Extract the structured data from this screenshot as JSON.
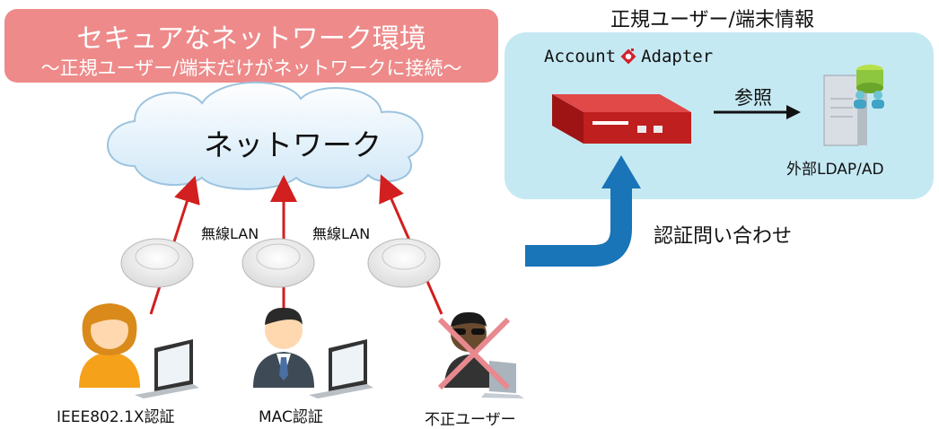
{
  "title": {
    "main": "セキュアなネットワーク環境",
    "sub": "〜正規ユーザー/端末だけがネットワークに接続〜"
  },
  "info_panel": {
    "header": "正規ユーザー/端末情報",
    "logo_left": "Account",
    "logo_right": "Adapter",
    "reference_label": "参照",
    "ldap_label": "外部LDAP/AD"
  },
  "network": {
    "cloud_label": "ネットワーク",
    "wireless_labels": [
      "無線LAN",
      "無線LAN"
    ]
  },
  "auth_query_label": "認証問い合わせ",
  "users": [
    {
      "caption": "IEEE802.1X認証"
    },
    {
      "caption": "MAC認証"
    },
    {
      "caption": "不正ユーザー"
    }
  ],
  "colors": {
    "title_bg": "#ee8a8a",
    "panel_bg": "#c5e9f3",
    "arrow_red": "#d21f1f",
    "arrow_blue": "#1a74b8",
    "cross": "#e8898f"
  }
}
